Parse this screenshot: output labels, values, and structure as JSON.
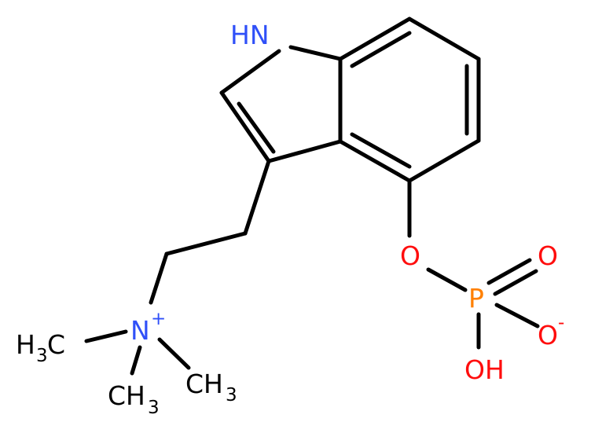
{
  "molecule": {
    "colors": {
      "bond": "#000000",
      "nitrogen": "#3050F8",
      "oxygen": "#FF0D0D",
      "phosphorus": "#FF8000",
      "carbon_label": "#000000"
    },
    "labels": {
      "indole_nh": "HN",
      "ether_o": "O",
      "phosphorus": "P",
      "oxo_o": "O",
      "oxide_o": "O",
      "oxide_charge": "-",
      "hydroxyl": "OH",
      "ammonium_n": "N",
      "ammonium_charge": "+",
      "methyl_left_h": "H",
      "methyl_left_sub": "3",
      "methyl_left_c": "C",
      "methyl_right_c": "CH",
      "methyl_right_sub": "3",
      "methyl_bottom_c": "CH",
      "methyl_bottom_sub": "3"
    }
  }
}
